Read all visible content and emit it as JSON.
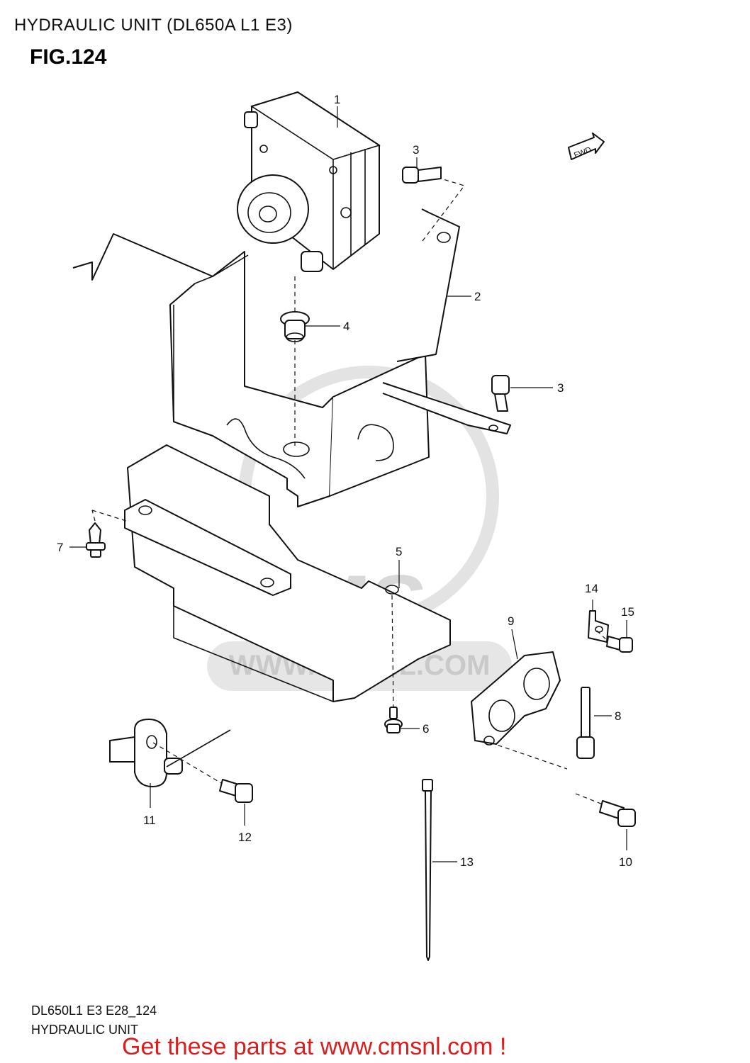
{
  "header": {
    "title": "HYDRAULIC UNIT (DL650A L1 E3)",
    "figure": "FIG.124"
  },
  "diagram": {
    "fwd_label": "FWD",
    "watermark_text": "CMS",
    "watermark_url": "WWW.CMSNL.COM",
    "callouts": [
      "1",
      "2",
      "3",
      "3",
      "4",
      "5",
      "6",
      "7",
      "8",
      "9",
      "10",
      "11",
      "12",
      "13",
      "14",
      "15"
    ]
  },
  "footer": {
    "code": "DL650L1 E3 E28_124",
    "name": "HYDRAULIC UNIT",
    "promo": "Get these parts at www.cmsnl.com !"
  },
  "colors": {
    "promo": "#d81e1e",
    "watermark": "#d9d9d9"
  }
}
